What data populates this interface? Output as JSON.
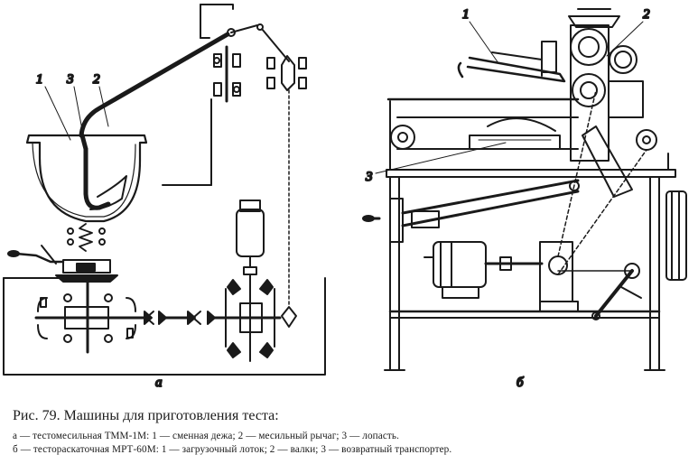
{
  "figure": {
    "labels_a": [
      "1",
      "3",
      "2"
    ],
    "labels_b": [
      "1",
      "2",
      "3"
    ],
    "sub_a": "а",
    "sub_b": "б"
  },
  "caption": {
    "title": "Рис. 79. Машины для приготовления теста:",
    "line1": "а — тестомесильная ТММ-1М: 1 — сменная дежа; 2 — месильный рычаг; 3 — лопасть.",
    "line2": "б — тестораскаточная МРТ-60М: 1 — загрузочный лоток; 2 — валки; 3 — возвратный транспортер."
  },
  "colors": {
    "ink": "#1a1a1a",
    "paper": "#ffffff"
  }
}
